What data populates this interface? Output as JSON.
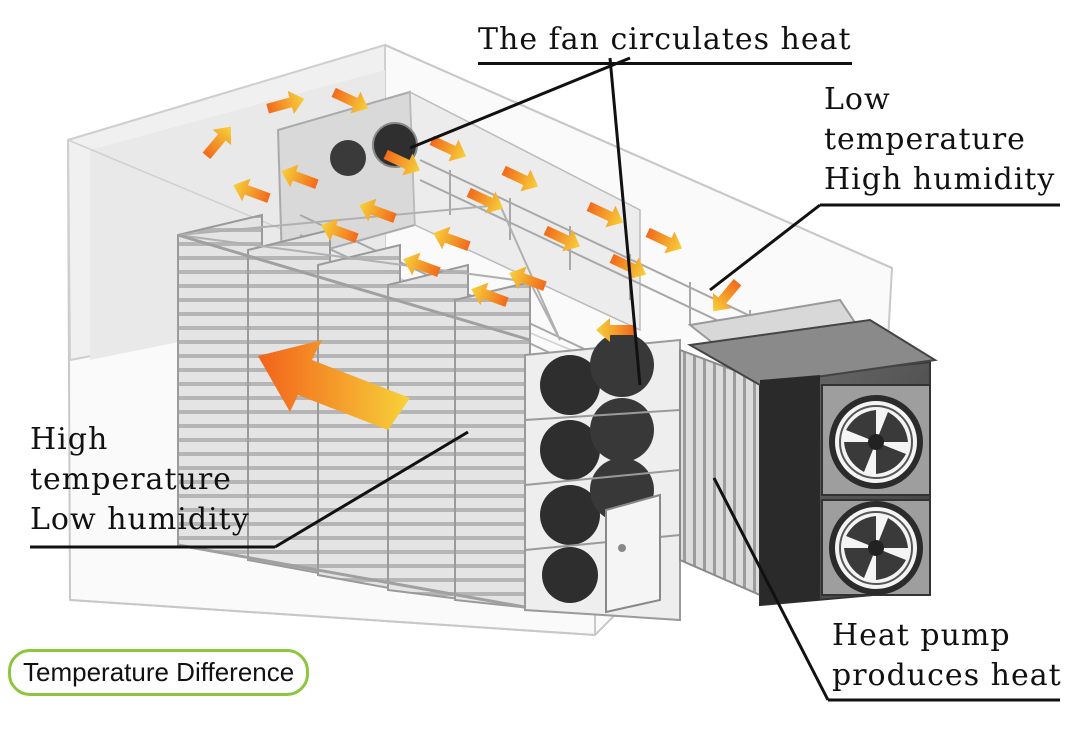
{
  "labels": {
    "fan_circulates": "The fan circulates heat",
    "low_temp": [
      "Low",
      "temperature",
      "High humidity"
    ],
    "high_temp": [
      "High",
      "temperature",
      "Low humidity"
    ],
    "heat_pump": [
      "Heat pump",
      "produces heat"
    ]
  },
  "badge": {
    "text": "Temperature Difference"
  },
  "colors": {
    "arrow_start": "#f26a1b",
    "arrow_end": "#f7d23a",
    "leader": "#111111",
    "badge_border": "#8cc63f",
    "rack": "#9a9a9a",
    "chamber": "#cfcfcf",
    "fan": "#3a3a3a",
    "unit": "#5a5a5a"
  },
  "icons": {
    "fan_arrows": "airflow-arrow-icon",
    "unit_fans": "fan-icon"
  }
}
